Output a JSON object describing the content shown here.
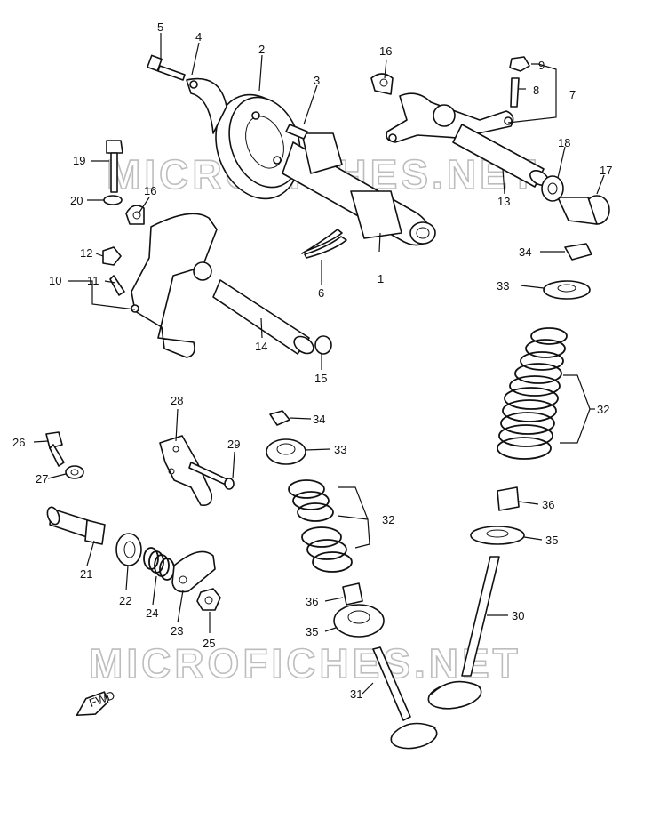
{
  "watermark": "MICROFICHES.NET",
  "fwd_label": "FWD",
  "callouts": [
    "1",
    "2",
    "3",
    "4",
    "5",
    "6",
    "7",
    "8",
    "9",
    "10",
    "11",
    "12",
    "13",
    "14",
    "15",
    "16",
    "16",
    "17",
    "18",
    "19",
    "20",
    "21",
    "22",
    "23",
    "24",
    "25",
    "26",
    "27",
    "28",
    "29",
    "30",
    "31",
    "32",
    "32",
    "33",
    "33",
    "34",
    "34",
    "35",
    "35",
    "36",
    "36"
  ]
}
